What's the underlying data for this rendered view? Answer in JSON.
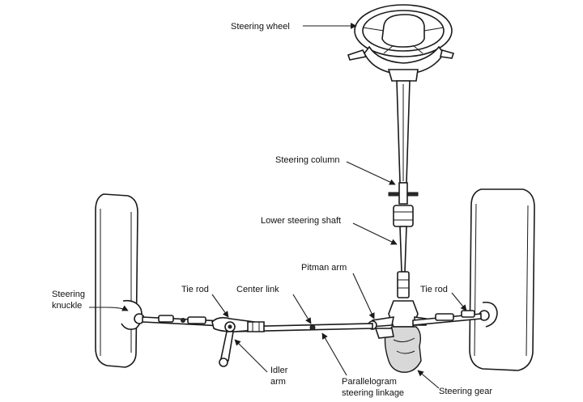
{
  "labels": {
    "steering_wheel": "Steering wheel",
    "steering_column": "Steering column",
    "lower_steering_shaft": "Lower steering shaft",
    "pitman_arm": "Pitman arm",
    "steering_knuckle_1": "Steering",
    "steering_knuckle_2": "knuckle",
    "tie_rod_left": "Tie rod",
    "center_link": "Center link",
    "tie_rod_right": "Tie rod",
    "idler_arm_1": "Idler",
    "idler_arm_2": "arm",
    "parallelogram_1": "Parallelogram",
    "parallelogram_2": "steering linkage",
    "steering_gear": "Steering gear"
  },
  "colors": {
    "stroke": "#1a1a1a",
    "background": "#ffffff"
  }
}
